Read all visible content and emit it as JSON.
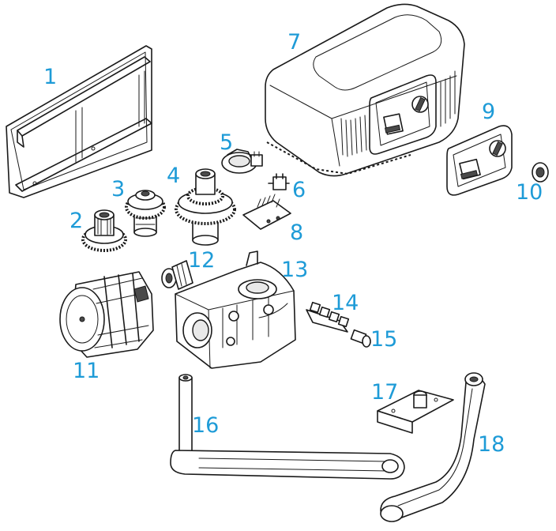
{
  "labels": [
    {
      "id": "part-1-label",
      "text": "1"
    },
    {
      "id": "part-2-label",
      "text": "2"
    },
    {
      "id": "part-3-label",
      "text": "3"
    },
    {
      "id": "part-4-label",
      "text": "4"
    },
    {
      "id": "part-5-label",
      "text": "5"
    },
    {
      "id": "part-6-label",
      "text": "6"
    },
    {
      "id": "part-7-label",
      "text": "7"
    },
    {
      "id": "part-8-label",
      "text": "8"
    },
    {
      "id": "part-9-label",
      "text": "9"
    },
    {
      "id": "part-10-label",
      "text": "10"
    },
    {
      "id": "part-11-label",
      "text": "11"
    },
    {
      "id": "part-12-label",
      "text": "12"
    },
    {
      "id": "part-13-label",
      "text": "13"
    },
    {
      "id": "part-14-label",
      "text": "14"
    },
    {
      "id": "part-15-label",
      "text": "15"
    },
    {
      "id": "part-16-label",
      "text": "16"
    },
    {
      "id": "part-17-label",
      "text": "17"
    },
    {
      "id": "part-18-label",
      "text": "18"
    }
  ],
  "colors": {
    "label": "#1e9bd7",
    "line": "#1a1a1a",
    "background": "#ffffff"
  }
}
